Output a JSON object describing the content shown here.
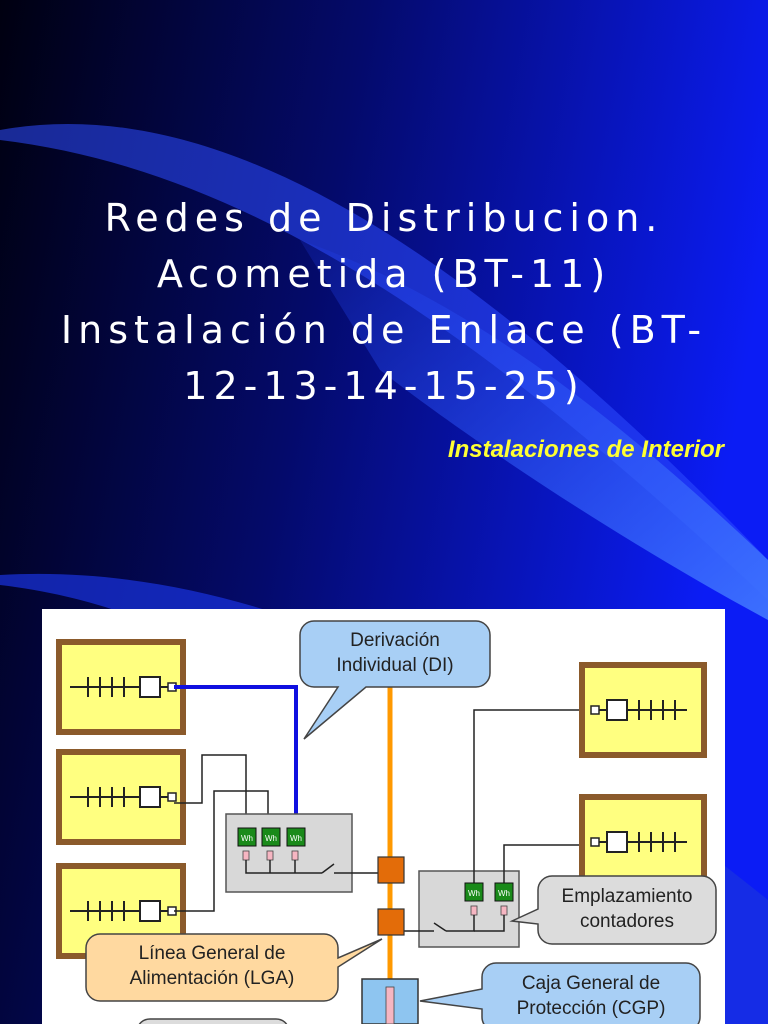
{
  "slide": {
    "title_lines": [
      "Redes de Distribucion.",
      "Acometida (BT-11)",
      "Instalación de Enlace (BT-",
      "12-13-14-15-25)"
    ],
    "subtitle": "Instalaciones de Interior"
  },
  "figure": {
    "callouts": {
      "di": [
        "Derivación",
        "Individual (DI)"
      ],
      "lga": [
        "Línea General de",
        "Alimentación (LGA)"
      ],
      "contadores": [
        "Emplazamiento",
        "contadores"
      ],
      "cgp": [
        "Caja General de",
        "Protección (CGP)"
      ]
    },
    "meter_label": "Wh",
    "colors": {
      "house_fill": "#ffff80",
      "house_border": "#8b5a2b",
      "riser": "#ff9900",
      "di_line": "#1010e0",
      "meter": "#1a8a1a",
      "box": "#d8d8d8",
      "callout_lga": "#ffd9a0",
      "callout_blue": "#a8cff5",
      "callout_grey": "#dcdcdc"
    }
  }
}
